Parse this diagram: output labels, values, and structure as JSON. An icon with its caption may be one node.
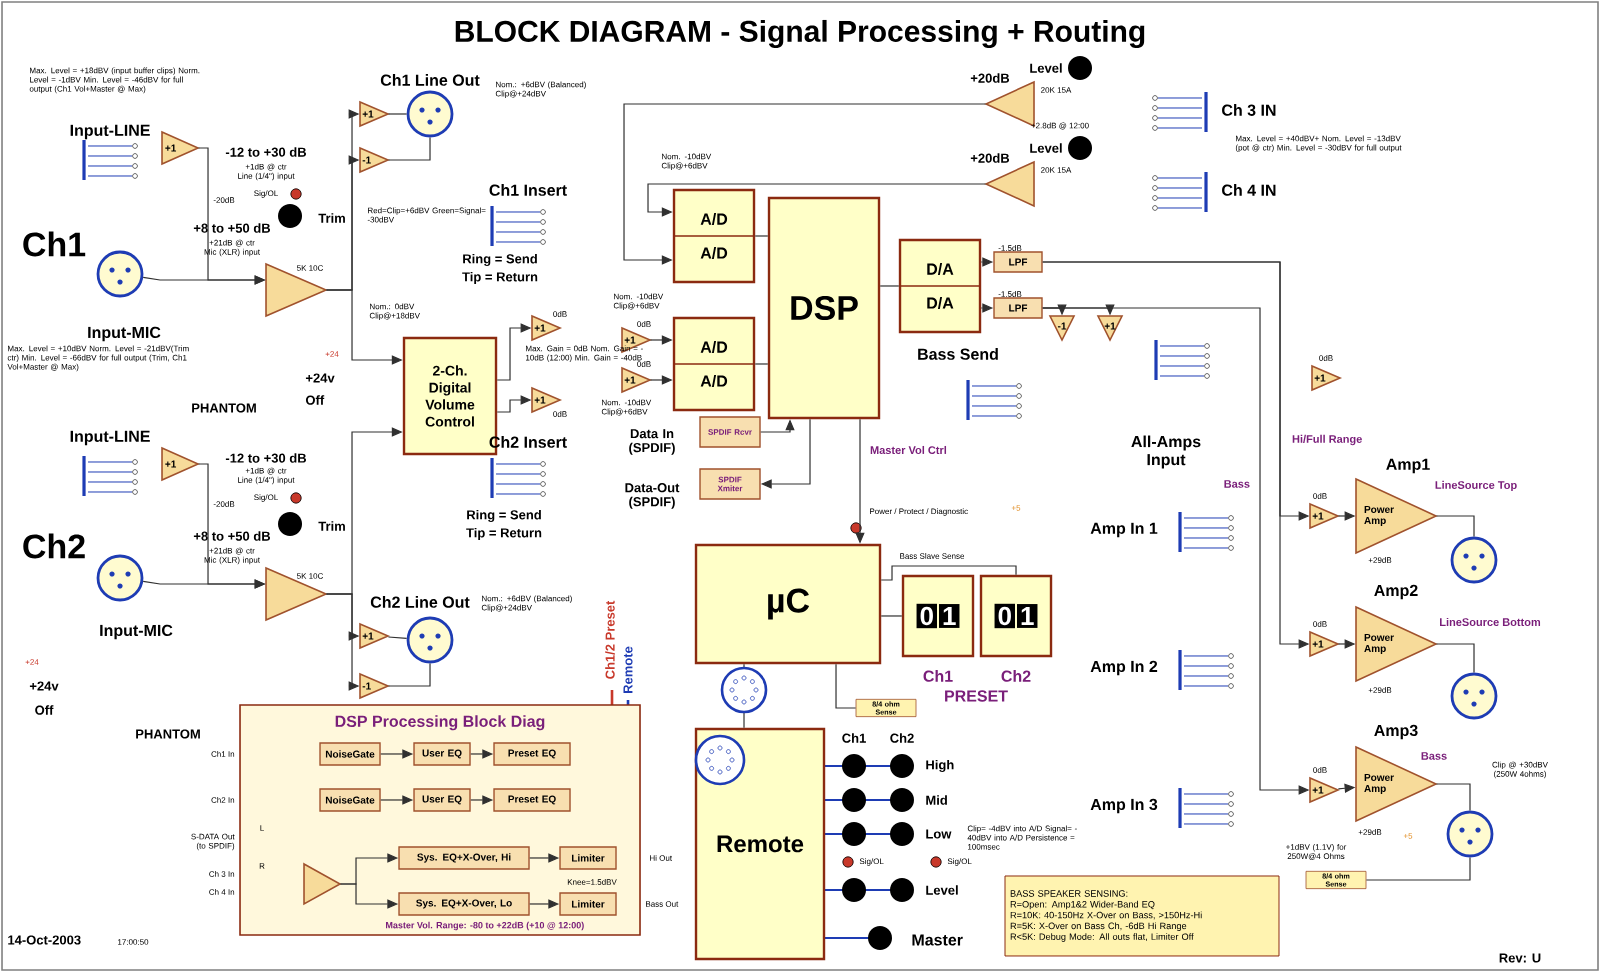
{
  "diagram": {
    "title": "BLOCK DIAGRAM - Signal Processing + Routing",
    "nodes": [
      {
        "text": [
          "+1"
        ]
      },
      {
        "text": [],
        "shape": "triangle"
      },
      {
        "text": [
          "+1"
        ]
      },
      {
        "text": [
          "-1"
        ]
      },
      {
        "text": [],
        "shape": "circle",
        "beside": [
          "Ch1 Line Out"
        ]
      },
      {
        "text": [],
        "shape": "circle"
      },
      {
        "text": [
          "2-Ch. Digital Volume Control"
        ]
      },
      {
        "text": [
          "+1"
        ]
      },
      {
        "text": [
          "+1"
        ]
      },
      {
        "text": [
          "+1"
        ]
      },
      {
        "text": [
          "+1"
        ]
      },
      {
        "text": [
          "A/D",
          "A/D"
        ]
      },
      {
        "text": [
          "A/D",
          "A/D"
        ]
      },
      {
        "text": [
          "DSP"
        ]
      },
      {
        "text": [
          "D/A",
          "D/A"
        ]
      },
      {
        "text": [
          "LPF"
        ]
      },
      {
        "text": [
          "LPF"
        ]
      },
      {
        "text": [],
        "shape": "triangle",
        "beside": [
          "+20dB"
        ]
      },
      {
        "text": [],
        "shape": "triangle",
        "beside": [
          "+20dB"
        ]
      },
      {
        "text": [
          "-1"
        ]
      },
      {
        "text": [
          "+1"
        ]
      },
      {
        "text": [
          "+1"
        ]
      },
      {
        "text": [
          "SPDIF Rcvr"
        ]
      },
      {
        "text": [
          "SPDIF Xmiter"
        ]
      },
      {
        "text": [
          "µC"
        ]
      },
      {
        "text": [
          "0",
          "1"
        ],
        "beside": [
          "Ch1"
        ]
      },
      {
        "text": [
          "0",
          "1"
        ],
        "beside": [
          "Ch2"
        ]
      },
      {
        "text": [
          "+1"
        ]
      },
      {
        "text": [],
        "shape": "triangle"
      },
      {
        "text": [],
        "shape": "circle"
      },
      {
        "text": [
          "+1"
        ]
      },
      {
        "text": [
          "-1"
        ]
      },
      {
        "text": [],
        "shape": "circle",
        "beside": [
          "Ch2 Line Out"
        ]
      },
      {
        "text": [
          "+1"
        ]
      },
      {
        "text": [
          "Power Amp"
        ],
        "beside": [
          "Amp1",
          "LineSource Top",
          "+29dB"
        ]
      },
      {
        "text": [],
        "shape": "circle"
      },
      {
        "text": [
          "+1"
        ]
      },
      {
        "text": [
          "Power Amp"
        ],
        "beside": [
          "Amp2",
          "LineSource Bottom",
          "+29dB"
        ]
      },
      {
        "text": [],
        "shape": "circle"
      },
      {
        "text": [
          "+1"
        ]
      },
      {
        "text": [
          "Power Amp"
        ],
        "beside": [
          "Amp3",
          "Bass",
          "+29dB"
        ]
      },
      {
        "text": [],
        "shape": "circle"
      },
      {
        "text": [
          "Remote"
        ]
      },
      {
        "text": [
          "DSP Processing Block Diag"
        ]
      },
      {
        "text": [
          "NoiseGate"
        ],
        "in": 43
      },
      {
        "text": [
          "User EQ"
        ],
        "in": 43
      },
      {
        "text": [
          "Preset EQ"
        ],
        "in": 43
      },
      {
        "text": [
          "NoiseGate"
        ],
        "in": 43
      },
      {
        "text": [
          "User EQ"
        ],
        "in": 43
      },
      {
        "text": [
          "Preset EQ"
        ],
        "in": 43
      },
      {
        "text": [],
        "shape": "triangle",
        "in": 43
      },
      {
        "text": [
          "Sys. EQ+X-Over, Hi"
        ],
        "in": 43
      },
      {
        "text": [
          "Sys. EQ+X-Over, Lo"
        ],
        "in": 43
      },
      {
        "text": [
          "Limiter"
        ],
        "in": 43
      },
      {
        "text": [
          "Limiter"
        ],
        "in": 43
      },
      {
        "text": [
          "BASS SPEAKER SENSING:",
          "R=Open: Amp1&2 Wider-Band EQ",
          "R=10K: 40-150Hz X-Over on Bass, >150Hz-Hi",
          "R=5K: X-Over on Bass Ch, -6dB Hi Range",
          "R<5K: Debug Mode: All outs flat, Limiter Off"
        ]
      },
      {
        "text": [
          "8/4 ohm Sense"
        ]
      },
      {
        "text": [
          "8/4 ohm Sense"
        ]
      }
    ],
    "edges": [
      {
        "from": 0,
        "to": 1,
        "arrow": "to"
      },
      {
        "from": 5,
        "to": 1,
        "arrow": "to"
      },
      {
        "from": 1,
        "to": 2,
        "arrow": "to"
      },
      {
        "from": 1,
        "to": 3,
        "arrow": "to"
      },
      {
        "from": 2,
        "to": 4,
        "arrow": "none"
      },
      {
        "from": 3,
        "to": 4,
        "arrow": "none"
      },
      {
        "from": 1,
        "to": 6,
        "arrow": "to"
      },
      {
        "from": 6,
        "to": 7,
        "arrow": "to"
      },
      {
        "from": 6,
        "to": 8,
        "arrow": "to"
      },
      {
        "from": 9,
        "to": 12,
        "arrow": "to"
      },
      {
        "from": 10,
        "to": 12,
        "arrow": "to"
      },
      {
        "from": 17,
        "to": 11,
        "arrow": "to"
      },
      {
        "from": 18,
        "to": 11,
        "arrow": "to"
      },
      {
        "from": 11,
        "to": 13,
        "arrow": "none"
      },
      {
        "from": 12,
        "to": 13,
        "arrow": "none"
      },
      {
        "from": 13,
        "to": 14,
        "arrow": "none"
      },
      {
        "from": 14,
        "to": 15,
        "arrow": "to"
      },
      {
        "from": 14,
        "to": 16,
        "arrow": "to"
      },
      {
        "from": 16,
        "to": 19,
        "arrow": "to"
      },
      {
        "from": 16,
        "to": 20,
        "arrow": "to"
      },
      {
        "from": 15,
        "to": 33,
        "arrow": "to",
        "label": "Hi/Full Range"
      },
      {
        "from": 15,
        "to": 36,
        "arrow": "to"
      },
      {
        "from": 16,
        "to": 39,
        "arrow": "to",
        "label": "Bass"
      },
      {
        "from": 33,
        "to": 34,
        "arrow": "to"
      },
      {
        "from": 34,
        "to": 35,
        "arrow": "none"
      },
      {
        "from": 36,
        "to": 37,
        "arrow": "to"
      },
      {
        "from": 37,
        "to": 38,
        "arrow": "none"
      },
      {
        "from": 39,
        "to": 40,
        "arrow": "to"
      },
      {
        "from": 40,
        "to": 41,
        "arrow": "none"
      },
      {
        "from": 22,
        "to": 13,
        "arrow": "to"
      },
      {
        "from": 13,
        "to": 23,
        "arrow": "to"
      },
      {
        "from": 13,
        "to": 24,
        "arrow": "to",
        "label": "Master Vol Ctrl"
      },
      {
        "from": 24,
        "to": 25,
        "arrow": "none"
      },
      {
        "from": 24,
        "to": 26,
        "arrow": "none"
      },
      {
        "from": 24,
        "to": 42,
        "arrow": "none"
      },
      {
        "from": 27,
        "to": 28,
        "arrow": "to"
      },
      {
        "from": 29,
        "to": 28,
        "arrow": "to"
      },
      {
        "from": 28,
        "to": 30,
        "arrow": "to"
      },
      {
        "from": 28,
        "to": 31,
        "arrow": "to"
      },
      {
        "from": 30,
        "to": 32,
        "arrow": "none"
      },
      {
        "from": 31,
        "to": 32,
        "arrow": "none"
      },
      {
        "from": 28,
        "to": 6,
        "arrow": "to"
      },
      {
        "from": 44,
        "to": 45,
        "arrow": "to"
      },
      {
        "from": 45,
        "to": 46,
        "arrow": "to"
      },
      {
        "from": 47,
        "to": 48,
        "arrow": "to"
      },
      {
        "from": 48,
        "to": 49,
        "arrow": "to"
      },
      {
        "from": 50,
        "to": 51,
        "arrow": "to"
      },
      {
        "from": 50,
        "to": 52,
        "arrow": "to"
      },
      {
        "from": 51,
        "to": 53,
        "arrow": "to"
      },
      {
        "from": 52,
        "to": 54,
        "arrow": "to"
      },
      {
        "from": 56,
        "to": 24,
        "arrow": "none"
      },
      {
        "from": 57,
        "to": 41,
        "arrow": "none"
      }
    ],
    "labels": [
      "Max. Level = +18dBV (input buffer clips) Norm. Level = -1dBV Min. Level = -46dBV for full output (Ch1 Vol+Master @ Max)",
      "Input-LINE",
      "-12 to +30 dB",
      "+1dB @ ctr Line (1/4\") input",
      "-20dB",
      "Sig/OL",
      "Trim",
      "+8 to +50 dB",
      "+21dB @ ctr Mic (XLR) input",
      "Ch1",
      "5K 10C",
      "Input-MIC",
      "Max. Level = +10dBV Norm. Level = -21dBV(Trim ctr) Min. Level = -66dBV for full output (Trim, Ch1 Vol+Master @ Max)",
      "+24",
      "+24v",
      "Off",
      "PHANTOM",
      "Nom.: +6dBV (Balanced) Clip@+24dBV",
      "Red=Clip=+6dBV Green=Signal= -30dBV",
      "Ch1 Insert",
      "Ring = Send",
      "Tip = Return",
      "Nom.: 0dBV Clip@+18dBV",
      "0dB",
      "Max. Gain = 0dB Nom. Gain = -10dB (12:00) Min. Gain = -40dB",
      "0dB",
      "Ch2 Insert",
      "Input-LINE",
      "-12 to +30 dB",
      "+1dB @ ctr Line (1/4\") input",
      "-20dB",
      "Sig/OL",
      "Trim",
      "+8 to +50 dB",
      "+21dB @ ctr Mic (XLR) input",
      "Ch2",
      "5K 10C",
      "Input-MIC",
      "+24",
      "+24v",
      "Off",
      "PHANTOM",
      "Ring = Send",
      "Tip = Return",
      "Nom.: +6dBV (Balanced) Clip@+24dBV",
      "Nom. -10dBV Clip@+6dBV",
      "Nom. -10dBV Clip@+6dBV",
      "0dB",
      "0dB",
      "Nom. -10dBV Clip@+6dBV",
      "Level",
      "20K 15A",
      "+2.8dB @ 12:00",
      "Level",
      "20K 15A",
      "Ch 3 IN",
      "Max. Level = +40dBV+ Nom. Level = -13dBV (pot @ ctr) Min. Level = -30dBV for full output",
      "Ch 4 IN",
      "-1.5dB",
      "-1.5dB",
      "Bass Send",
      "All-Amps Input",
      "Data In (SPDIF)",
      "Data-Out (SPDIF)",
      "Amp In 1",
      "Amp In 2",
      "Amp In 3",
      "0dB",
      "0dB",
      "0dB",
      "0dB",
      "Clip @ +30dBV (250W 4ohms)",
      "+1dBV (1.1V) for 250W@4 Ohms",
      "+5",
      "Power / Protect / Diagnostic",
      "Bass Slave Sense",
      "+5",
      "PRESET",
      "Ch1/2 Preset",
      "Remote",
      "Ch1",
      "Ch2",
      "High",
      "Mid",
      "Low",
      "Sig/OL",
      "Sig/OL",
      "Clip= -4dBV into A/D Signal= -40dBV into A/D Persistence = 100msec",
      "Level",
      "Master",
      "14-Oct-2003",
      "17:00:50",
      "Rev: U",
      "Ch1 In",
      "Ch2 In",
      "S-DATA Out (to SPDIF)",
      "L",
      "R",
      "Ch 3 In",
      "Ch 4 In",
      "Hi Out",
      "Bass Out",
      "Knee=1.5dBV",
      "Master Vol. Range: -80 to +22dB (+10 @ 12:00)"
    ]
  }
}
